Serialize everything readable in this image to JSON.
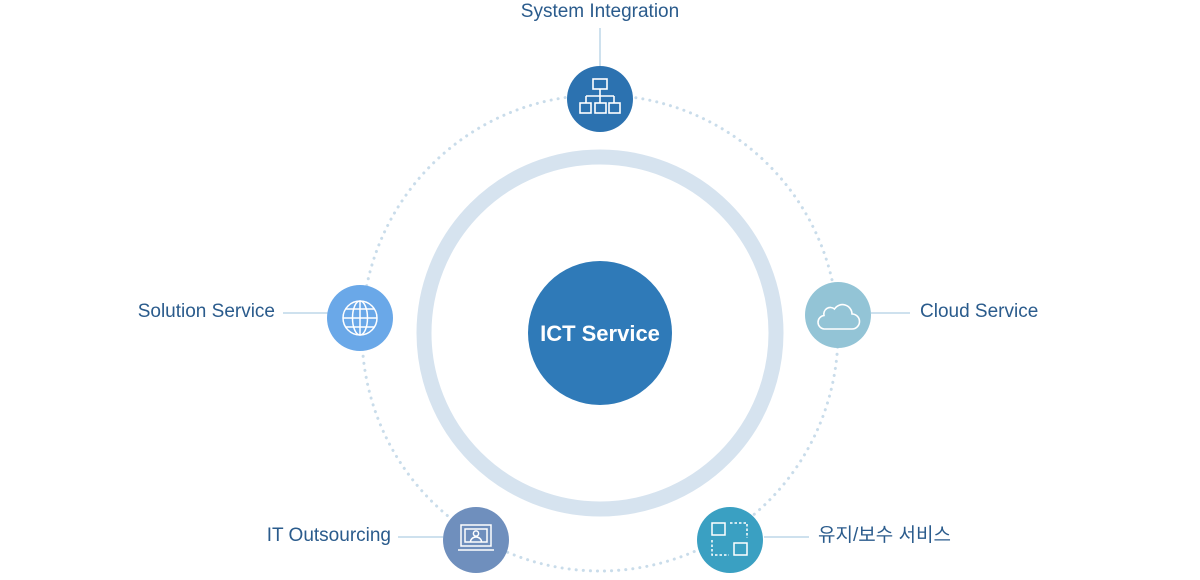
{
  "center": {
    "label": "ICT Service"
  },
  "nodes": {
    "system_integration": {
      "label": "System Integration",
      "icon": "hierarchy-icon",
      "color": "#2c72b0"
    },
    "solution_service": {
      "label": "Solution Service",
      "icon": "globe-icon",
      "color": "#6aa8e8"
    },
    "cloud_service": {
      "label": "Cloud Service",
      "icon": "cloud-icon",
      "color": "#93c4d6"
    },
    "it_outsourcing": {
      "label": "IT Outsourcing",
      "icon": "monitor-user-icon",
      "color": "#6f8fbd"
    },
    "maintenance_service": {
      "label": "유지/보수 서비스",
      "icon": "maintenance-blocks-icon",
      "color": "#3aa0c2"
    }
  },
  "colors": {
    "center": "#2f7ab8",
    "ring": "#d6e3ef",
    "orbit": "#c9dcea",
    "connector": "#9ec3dd",
    "label": "#2a5b8c"
  }
}
